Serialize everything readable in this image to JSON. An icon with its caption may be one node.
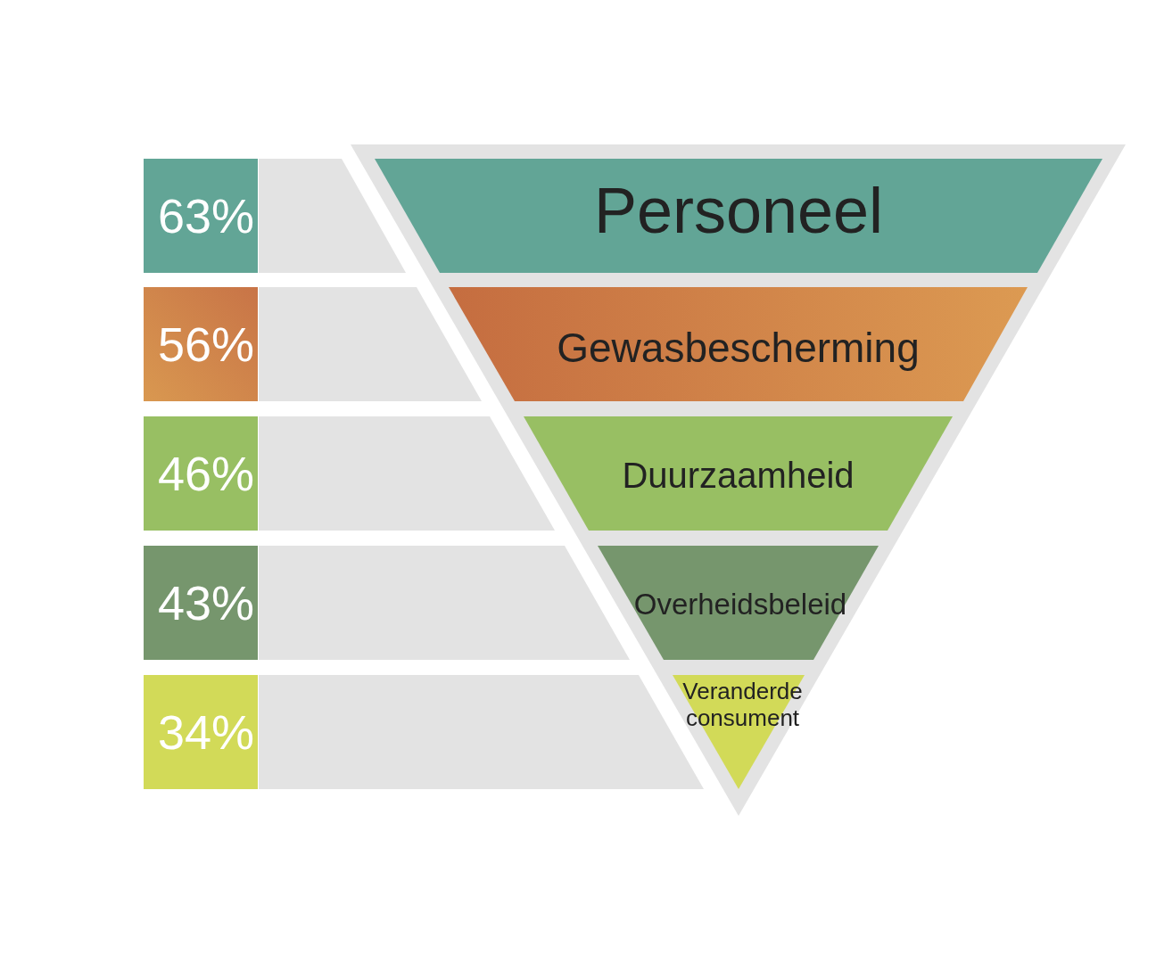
{
  "diagram": {
    "nodes": [
      {
        "text": [
          "63%"
        ]
      },
      {
        "text": [
          "Personeel"
        ]
      },
      {
        "text": [
          "56%"
        ]
      },
      {
        "text": [
          "Gewasbescherming"
        ]
      },
      {
        "text": [
          "46%"
        ]
      },
      {
        "text": [
          "Duurzaamheid"
        ]
      },
      {
        "text": [
          "43%"
        ]
      },
      {
        "text": [
          "Overheidsbeleid"
        ]
      },
      {
        "text": [
          "34%"
        ]
      },
      {
        "text": [
          "Veranderde consument"
        ]
      }
    ]
  }
}
